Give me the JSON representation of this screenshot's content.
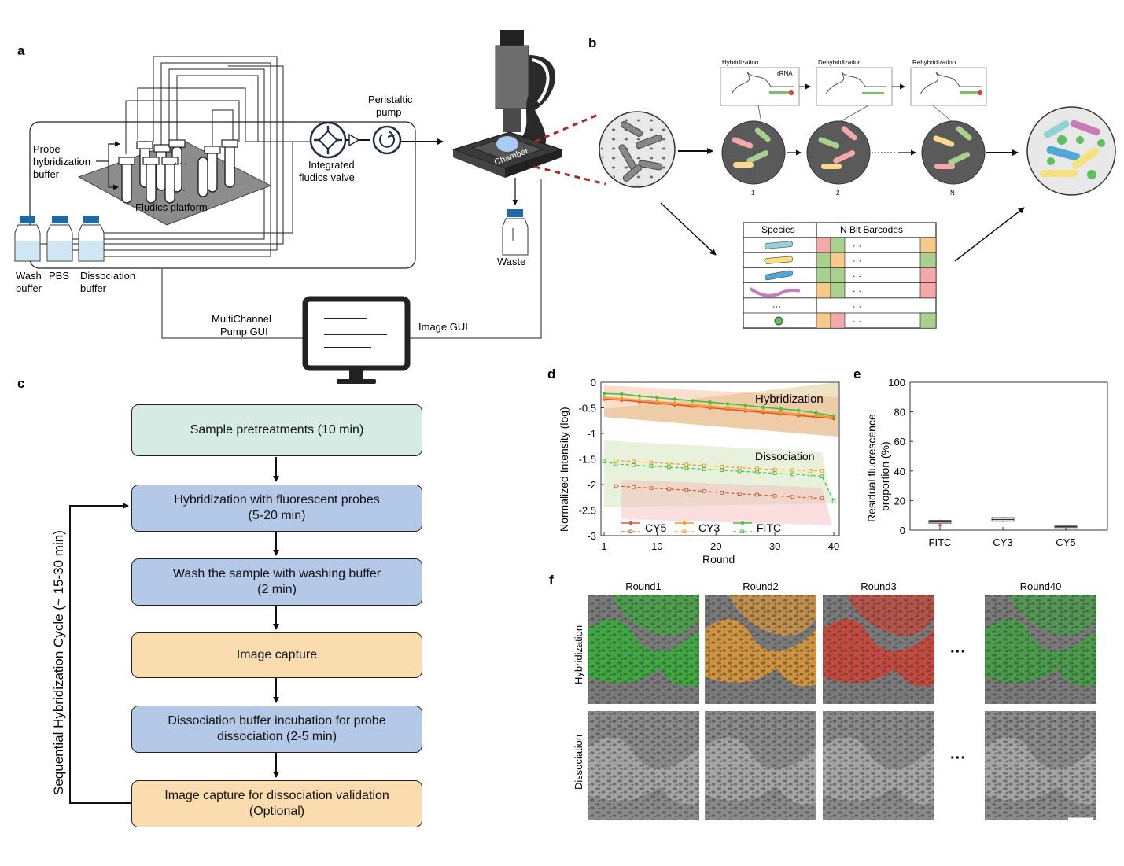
{
  "figure": {
    "panel_labels": {
      "a": "a",
      "b": "b",
      "c": "c",
      "d": "d",
      "e": "e",
      "f": "f"
    }
  },
  "panel_a": {
    "probe_label": [
      "Probe",
      "hybridization",
      "buffer"
    ],
    "platform_label": "Fludics platform",
    "valve_label": [
      "Integrated",
      "fludics valve"
    ],
    "pump_label": [
      "Peristaltic",
      "pump"
    ],
    "chamber_label": "Chamber",
    "waste_label": "Waste",
    "bottle_labels": {
      "wash": [
        "Wash",
        "buffer"
      ],
      "pbs": "PBS",
      "dissociation": [
        "Dissociation",
        "buffer"
      ]
    },
    "pump_gui_label": [
      "MultiChannel",
      "Pump GUI"
    ],
    "image_gui_label": "Image GUI"
  },
  "panel_b": {
    "steps": [
      "Hybridization",
      "Dehybridization",
      "Rehybridization"
    ],
    "rrna_label": "rRNA",
    "round_labels": [
      "1",
      "2",
      "N"
    ],
    "table": {
      "headers": [
        "Species",
        "N Bit Barcodes"
      ],
      "ellipsis": "···",
      "rows": [
        {
          "color": "#8fd3d6",
          "cells": [
            "#f4a8a8",
            "#a9d18e",
            "",
            "#f9c98a"
          ]
        },
        {
          "color": "#f5e27a",
          "cells": [
            "#a9d18e",
            "#f9c98a",
            "",
            "#a9d18e"
          ]
        },
        {
          "color": "#4fa8d8",
          "cells": [
            "#a9d18e",
            "#a9d18e",
            "",
            "#f4a8a8"
          ]
        },
        {
          "color": "#c97ab8",
          "cells": [
            "#f9c98a",
            "#a9d18e",
            "",
            "#f4a8a8"
          ]
        },
        {
          "color": "",
          "cells": [
            "",
            "",
            "",
            ""
          ]
        },
        {
          "color": "#5fbf5f",
          "cells": [
            "#f9c98a",
            "#f4a8a8",
            "",
            "#a9d18e"
          ]
        }
      ]
    }
  },
  "panel_c": {
    "cycle_label": "Sequential Hybridization Cycle (~ 15-30 min)",
    "boxes": [
      {
        "lines": [
          "Sample pretreatments (10 min)"
        ],
        "color": "#d5ebe3"
      },
      {
        "lines": [
          "Hybridization with fluorescent probes",
          "(5-20 min)"
        ],
        "color": "#b4c9e7"
      },
      {
        "lines": [
          "Wash the sample with washing buffer",
          "(2 min)"
        ],
        "color": "#b4c9e7"
      },
      {
        "lines": [
          "Image capture"
        ],
        "color": "#fbdcae"
      },
      {
        "lines": [
          "Dissociation buffer incubation for probe",
          "dissociation (2-5 min)"
        ],
        "color": "#b4c9e7"
      },
      {
        "lines": [
          "Image capture for dissociation validation",
          "(Optional)"
        ],
        "color": "#fbdcae"
      }
    ]
  },
  "chart_data": [
    {
      "type": "line",
      "xlabel": "Round",
      "ylabel": "Normalized Intensity (log)",
      "xlim": [
        0,
        41
      ],
      "ylim": [
        -3,
        0
      ],
      "xticks": [
        "1",
        "10",
        "20",
        "30",
        "40"
      ],
      "yticks": [
        "0",
        "-0.5",
        "-1",
        "-1.5",
        "-2",
        "-2.5",
        "-3"
      ],
      "annotations": [
        "Hybridization",
        "Dissociation"
      ],
      "legend": [
        "CY5",
        "CY3",
        "FITC"
      ],
      "series": [
        {
          "name": "CY5",
          "style": "solid",
          "color": "#e8502d",
          "x": [
            1,
            4,
            7,
            10,
            13,
            16,
            19,
            22,
            25,
            28,
            31,
            34,
            37,
            40
          ],
          "y": [
            -0.33,
            -0.35,
            -0.38,
            -0.41,
            -0.44,
            -0.47,
            -0.5,
            -0.53,
            -0.56,
            -0.59,
            -0.62,
            -0.65,
            -0.68,
            -0.71
          ]
        },
        {
          "name": "CY3",
          "style": "solid",
          "color": "#f39c1f",
          "x": [
            1,
            4,
            7,
            10,
            13,
            16,
            19,
            22,
            25,
            28,
            31,
            34,
            37,
            40
          ],
          "y": [
            -0.3,
            -0.32,
            -0.35,
            -0.38,
            -0.41,
            -0.44,
            -0.47,
            -0.5,
            -0.53,
            -0.56,
            -0.59,
            -0.62,
            -0.65,
            -0.68
          ]
        },
        {
          "name": "FITC",
          "style": "solid",
          "color": "#3cc43c",
          "x": [
            1,
            4,
            7,
            10,
            13,
            16,
            19,
            22,
            25,
            28,
            31,
            34,
            37,
            40
          ],
          "y": [
            -0.22,
            -0.23,
            -0.27,
            -0.3,
            -0.33,
            -0.36,
            -0.39,
            -0.42,
            -0.45,
            -0.49,
            -0.52,
            -0.55,
            -0.6,
            -0.66
          ]
        },
        {
          "name": "CY5",
          "style": "dashed",
          "color": "#e8502d",
          "x": [
            3,
            6,
            9,
            12,
            15,
            18,
            21,
            24,
            27,
            30,
            33,
            36,
            38
          ],
          "y": [
            -2.03,
            -2.05,
            -2.07,
            -2.09,
            -2.11,
            -2.13,
            -2.16,
            -2.18,
            -2.2,
            -2.22,
            -2.24,
            -2.26,
            -2.27
          ]
        },
        {
          "name": "CY3",
          "style": "dashed",
          "color": "#f39c1f",
          "x": [
            3,
            6,
            9,
            12,
            15,
            18,
            21,
            24,
            27,
            30,
            33,
            36,
            38
          ],
          "y": [
            -1.53,
            -1.55,
            -1.57,
            -1.59,
            -1.61,
            -1.63,
            -1.65,
            -1.67,
            -1.69,
            -1.71,
            -1.72,
            -1.73,
            -1.73
          ]
        },
        {
          "name": "FITC",
          "style": "dashed",
          "color": "#3cc43c",
          "x": [
            1,
            3,
            6,
            9,
            12,
            15,
            18,
            21,
            24,
            27,
            30,
            33,
            36,
            38,
            40
          ],
          "y": [
            -1.55,
            -1.6,
            -1.62,
            -1.64,
            -1.66,
            -1.68,
            -1.7,
            -1.72,
            -1.74,
            -1.76,
            -1.78,
            -1.8,
            -1.82,
            -1.84,
            -2.33
          ]
        }
      ]
    },
    {
      "type": "box",
      "ylabel": "Residual fluorescence proportion (%)",
      "ylim": [
        0,
        100
      ],
      "yticks": [
        "0",
        "20",
        "40",
        "60",
        "80",
        "100"
      ],
      "categories": [
        "FITC",
        "CY3",
        "CY5"
      ],
      "boxes": [
        {
          "name": "FITC",
          "q1": 4.7,
          "median": 5.6,
          "q3": 6.6,
          "min": 3.2,
          "max": 7.1
        },
        {
          "name": "CY3",
          "q1": 6.0,
          "median": 7.2,
          "q3": 8.5,
          "min": 5.4,
          "max": 9.0
        },
        {
          "name": "CY5",
          "q1": 2.0,
          "median": 2.4,
          "q3": 2.8,
          "min": 1.8,
          "max": 3.0
        }
      ]
    }
  ],
  "panel_f": {
    "columns": [
      "Round1",
      "Round2",
      "Round3",
      "Round40"
    ],
    "row_labels": [
      "Hybridization",
      "Dissociation"
    ],
    "ellipsis": "···",
    "tints": [
      "#2db82d",
      "#ee9d2c",
      "#e03a2a",
      "#3aa83a"
    ]
  }
}
